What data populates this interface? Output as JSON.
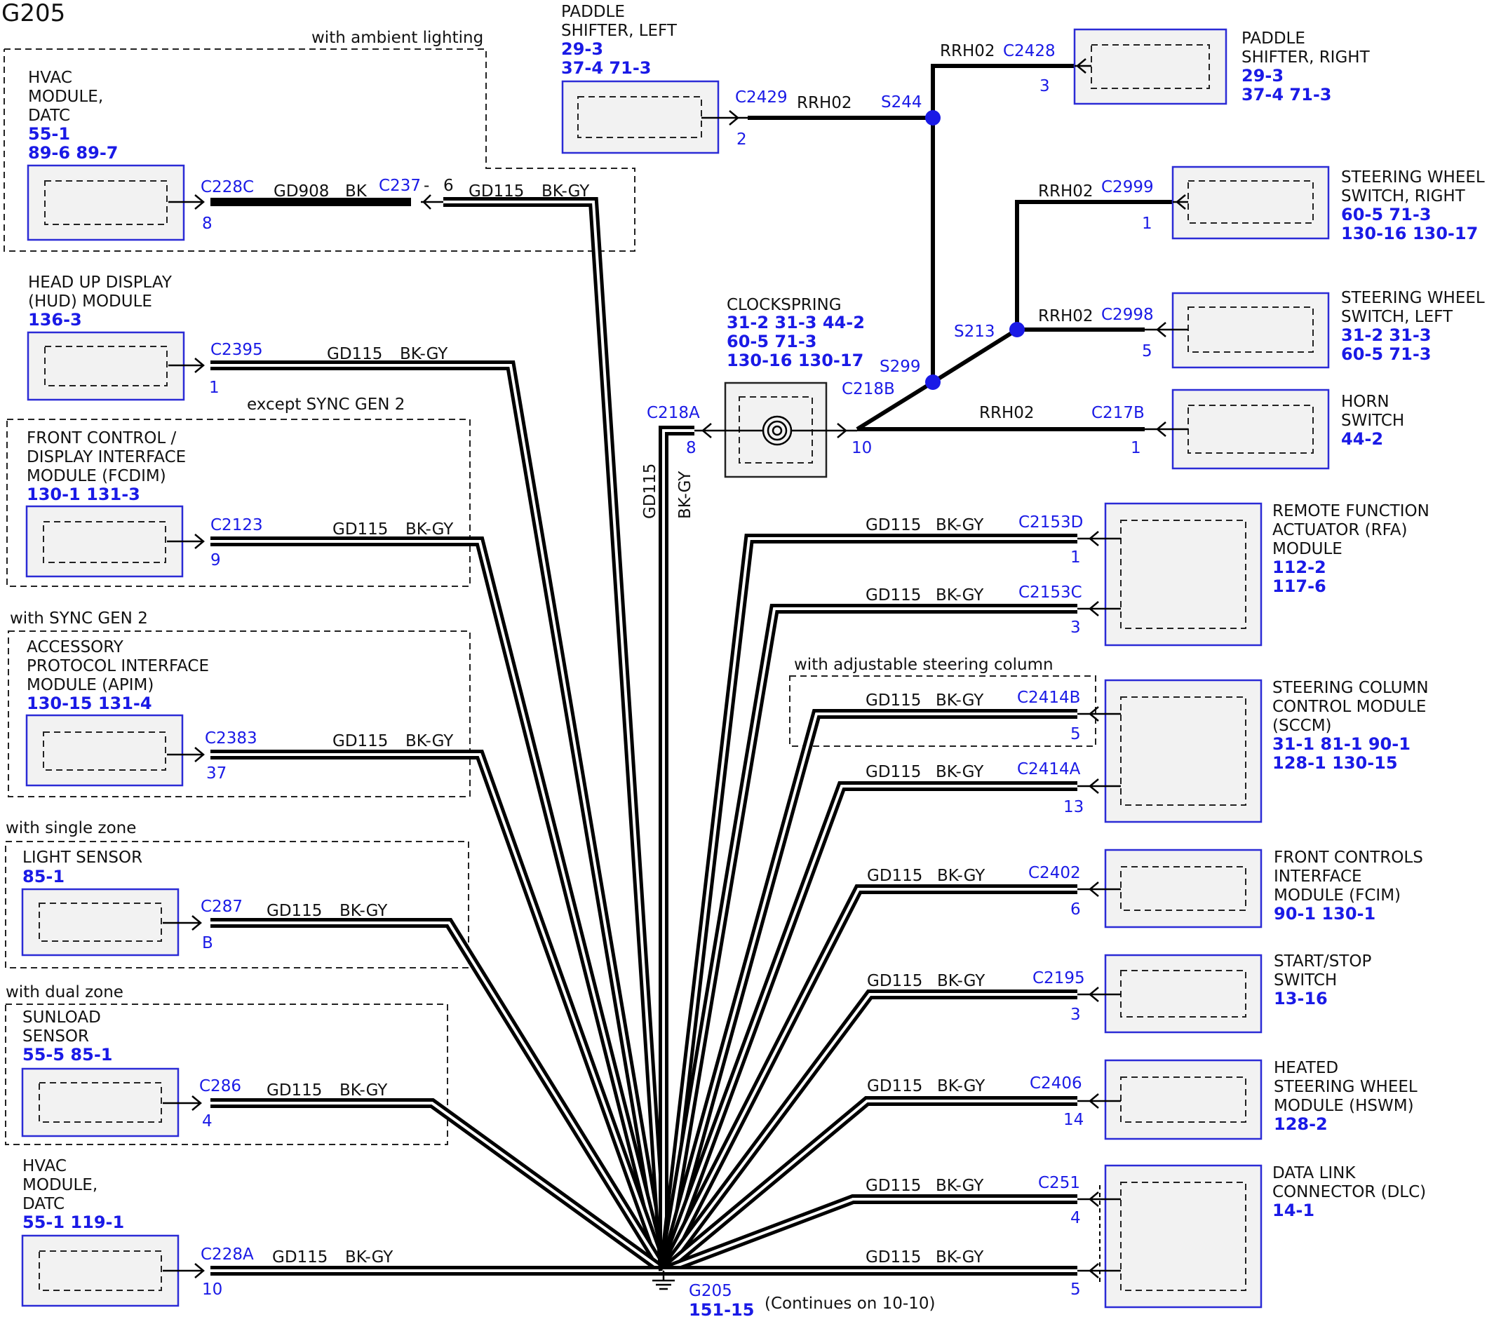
{
  "title": "G205",
  "ground": {
    "label": "G205",
    "ref": "151-15",
    "note": "(Continues on 10-10)"
  },
  "regions": [
    {
      "label": "with ambient lighting"
    },
    {
      "label": "except SYNC GEN 2"
    },
    {
      "label": "with SYNC GEN 2"
    },
    {
      "label": "with single zone"
    },
    {
      "label": "with dual zone"
    },
    {
      "label": "with adjustable steering column"
    }
  ],
  "left_modules": [
    {
      "name_lines": [
        "HVAC",
        "MODULE,",
        "DATC"
      ],
      "refs": [
        "55-1",
        "89-6   89-7"
      ],
      "connector": "C228C",
      "pin": "8",
      "circuit": "GD908",
      "color": "BK",
      "splice_connector": "C237",
      "splice_pin": "6",
      "circuit2": "GD115",
      "color2": "BK-GY"
    },
    {
      "name_lines": [
        "HEAD UP DISPLAY",
        "(HUD) MODULE"
      ],
      "refs": [
        "136-3"
      ],
      "connector": "C2395",
      "pin": "1",
      "circuit": "GD115",
      "color": "BK-GY"
    },
    {
      "name_lines": [
        "FRONT CONTROL /",
        "DISPLAY INTERFACE",
        "MODULE (FCDIM)"
      ],
      "refs": [
        "130-1   131-3"
      ],
      "connector": "C2123",
      "pin": "9",
      "circuit": "GD115",
      "color": "BK-GY"
    },
    {
      "name_lines": [
        "ACCESSORY",
        "PROTOCOL INTERFACE",
        "MODULE (APIM)"
      ],
      "refs": [
        "130-15  131-4"
      ],
      "connector": "C2383",
      "pin": "37",
      "circuit": "GD115",
      "color": "BK-GY"
    },
    {
      "name_lines": [
        "LIGHT SENSOR"
      ],
      "refs": [
        "85-1"
      ],
      "connector": "C287",
      "pin": "B",
      "circuit": "GD115",
      "color": "BK-GY"
    },
    {
      "name_lines": [
        "SUNLOAD",
        "SENSOR"
      ],
      "refs": [
        "55-5   85-1"
      ],
      "connector": "C286",
      "pin": "4",
      "circuit": "GD115",
      "color": "BK-GY"
    },
    {
      "name_lines": [
        "HVAC",
        "MODULE,",
        "DATC"
      ],
      "refs": [
        "55-1   119-1"
      ],
      "connector": "C228A",
      "pin": "10",
      "circuit": "GD115",
      "color": "BK-GY"
    }
  ],
  "clockspring": {
    "name": "CLOCKSPRING",
    "refs": [
      "31-2  31-3  44-2",
      "60-5  71-3",
      "130-16  130-17"
    ],
    "connector_in": "C218A",
    "pin_in": "8",
    "connector_out": "C218B",
    "pin_out": "10",
    "circuit": "GD115",
    "color": "BK-GY"
  },
  "top_modules": [
    {
      "name_lines": [
        "PADDLE",
        "SHIFTER, LEFT"
      ],
      "refs": [
        "29-3",
        "37-4   71-3"
      ],
      "connector": "C2429",
      "pin": "2",
      "circuit": "RRH02"
    },
    {
      "name_lines": [
        "PADDLE",
        "SHIFTER, RIGHT"
      ],
      "refs": [
        "29-3",
        "37-4   71-3"
      ],
      "connector": "C2428",
      "pin": "3",
      "circuit": "RRH02"
    },
    {
      "name_lines": [
        "STEERING WHEEL",
        "SWITCH, RIGHT"
      ],
      "refs": [
        "60-5     71-3",
        "130-16 130-17"
      ],
      "connector": "C2999",
      "pin": "1",
      "circuit": "RRH02"
    },
    {
      "name_lines": [
        "STEERING WHEEL",
        "SWITCH, LEFT"
      ],
      "refs": [
        "31-2     31-3",
        "60-5     71-3"
      ],
      "connector": "C2998",
      "pin": "5",
      "circuit": "RRH02"
    },
    {
      "name_lines": [
        "HORN",
        "SWITCH"
      ],
      "refs": [
        "44-2"
      ],
      "connector": "C217B",
      "pin": "1",
      "circuit": "RRH02"
    }
  ],
  "splices": [
    "S244",
    "S213",
    "S299"
  ],
  "right_modules": [
    {
      "name_lines": [
        "REMOTE FUNCTION",
        "ACTUATOR (RFA)",
        "MODULE"
      ],
      "refs": [
        "112-2",
        "117-6"
      ],
      "wires": [
        {
          "connector": "C2153D",
          "pin": "1",
          "circuit": "GD115",
          "color": "BK-GY"
        },
        {
          "connector": "C2153C",
          "pin": "3",
          "circuit": "GD115",
          "color": "BK-GY"
        }
      ]
    },
    {
      "name_lines": [
        "STEERING COLUMN",
        "CONTROL MODULE",
        "(SCCM)"
      ],
      "refs": [
        "31-1    81-1    90-1",
        "128-1  130-15"
      ],
      "wires": [
        {
          "connector": "C2414B",
          "pin": "5",
          "circuit": "GD115",
          "color": "BK-GY"
        },
        {
          "connector": "C2414A",
          "pin": "13",
          "circuit": "GD115",
          "color": "BK-GY"
        }
      ]
    },
    {
      "name_lines": [
        "FRONT CONTROLS",
        "INTERFACE",
        "MODULE (FCIM)"
      ],
      "refs": [
        "90-1    130-1"
      ],
      "wires": [
        {
          "connector": "C2402",
          "pin": "6",
          "circuit": "GD115",
          "color": "BK-GY"
        }
      ]
    },
    {
      "name_lines": [
        "START/STOP",
        "SWITCH"
      ],
      "refs": [
        "13-16"
      ],
      "wires": [
        {
          "connector": "C2195",
          "pin": "3",
          "circuit": "GD115",
          "color": "BK-GY"
        }
      ]
    },
    {
      "name_lines": [
        "HEATED",
        "STEERING WHEEL",
        "MODULE (HSWM)"
      ],
      "refs": [
        "128-2"
      ],
      "wires": [
        {
          "connector": "C2406",
          "pin": "14",
          "circuit": "GD115",
          "color": "BK-GY"
        }
      ]
    },
    {
      "name_lines": [
        "DATA LINK",
        "CONNECTOR (DLC)"
      ],
      "refs": [
        "14-1"
      ],
      "wires": [
        {
          "connector": "C251",
          "pin": "4",
          "circuit": "GD115",
          "color": "BK-GY"
        },
        {
          "connector": "C251",
          "pin": "5",
          "circuit": "GD115",
          "color": "BK-GY"
        }
      ]
    }
  ]
}
